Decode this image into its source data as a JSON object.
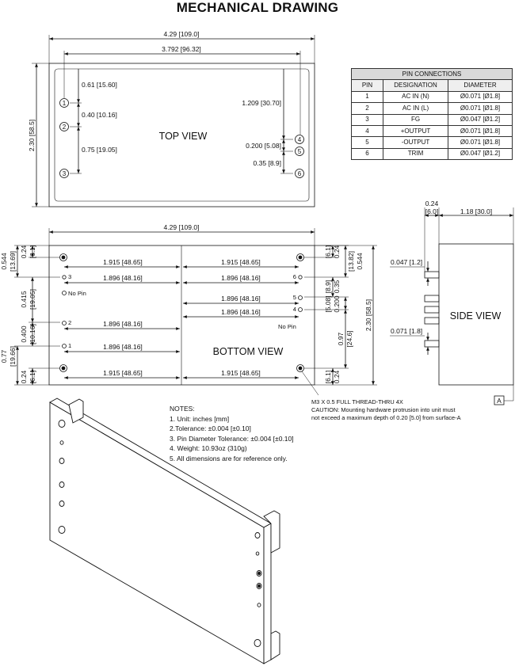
{
  "title": "MECHANICAL DRAWING",
  "top_view": {
    "label": "TOP VIEW",
    "dims": {
      "overall_width": "4.29 [109.0]",
      "pin_span": "3.792 [96.32]",
      "height": "2.30 [58.5]",
      "p1_offset": "0.61 [15.60]",
      "p1_p2": "0.40 [10.16]",
      "p2_p3": "0.75 [19.05]",
      "p4_offset": "1.209 [30.70]",
      "p4_p5": "0.200 [5.08]",
      "p5_p6": "0.35 [8.9]"
    },
    "pins": [
      "1",
      "2",
      "3",
      "4",
      "5",
      "6"
    ]
  },
  "pin_connections": {
    "caption": "PIN CONNECTIONS",
    "headers": [
      "PIN",
      "DESIGNATION",
      "DIAMETER"
    ],
    "rows": [
      [
        "1",
        "AC IN (N)",
        "Ø0.071 [Ø1.8]"
      ],
      [
        "2",
        "AC IN (L)",
        "Ø0.071 [Ø1.8]"
      ],
      [
        "3",
        "FG",
        "Ø0.047 [Ø1.2]"
      ],
      [
        "4",
        "+OUTPUT",
        "Ø0.071 [Ø1.8]"
      ],
      [
        "5",
        "-OUTPUT",
        "Ø0.071 [Ø1.8]"
      ],
      [
        "6",
        "TRIM",
        "Ø0.047 [Ø1.2]"
      ]
    ]
  },
  "bottom_view": {
    "label": "BOTTOM VIEW",
    "dims": {
      "overall_width": "4.29 [109.0]",
      "half_a": "1.915 [48.65]",
      "half_b": "1.896 [48.16]",
      "height": "2.30 [58.5]",
      "left_top_a": "0.24",
      "left_top_a_mm": "[6.1]",
      "left_top_b": "0.544",
      "left_top_b_mm": "[13.69]",
      "left_mid_a": "0.415",
      "left_mid_a_mm": "[19.05]",
      "left_mid_b": "0.400",
      "left_mid_b_mm": "[10.16]",
      "left_bot_a": "0.77",
      "left_bot_a_mm": "[19.66]",
      "left_bot_b": "0.24",
      "left_bot_b_mm": "[6.1]",
      "right_top_a": "0.24",
      "right_top_a_mm": "[6.1]",
      "right_top_b": "0.544",
      "right_top_b_mm": "[13.82]",
      "right_mid_a": "0.35",
      "right_mid_a_mm": "[8.9]",
      "right_mid_b": "0.200",
      "right_mid_b_mm": "[5.08]",
      "right_low": "0.97",
      "right_low_mm": "[24.6]",
      "right_bot": "0.24",
      "right_bot_mm": "[6.1]"
    },
    "no_pin": "No Pin",
    "pins": [
      "3",
      "2",
      "1",
      "6",
      "5",
      "4"
    ]
  },
  "side_view": {
    "label": "SIDE VIEW",
    "pin_length": "0.24",
    "pin_length_mm": "[6.0]",
    "body_depth": "1.18 [30.0]",
    "pin_dia_a": "0.047 [1.2]",
    "pin_dia_b": "0.071 [1.8]",
    "datum": "A"
  },
  "mounting_note": {
    "line1": "M3 X 0.5 FULL THREAD-THRU 4X",
    "line2": "CAUTION: Mounting hardware protrusion into unit must",
    "line3": "not exceed a maximum depth of 0.20 [5.0] from surface-A"
  },
  "notes": {
    "heading": "NOTES:",
    "items": [
      "1. Unit: inches [mm]",
      "2.Tolerance: ±0.004 [±0.10]",
      "3. Pin Diameter Tolerance: ±0.004 [±0.10]",
      "4. Weight: 10.93oz (310g)",
      "5. All dimensions are for reference only."
    ]
  }
}
